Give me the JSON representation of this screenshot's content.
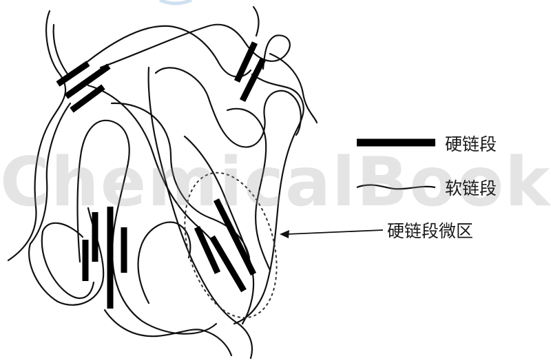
{
  "watermark": "ChemicalBook",
  "legend": {
    "hard_segment": "硬链段",
    "soft_segment": "软链段",
    "hard_domain": "硬链段微区"
  },
  "colors": {
    "ink": "#000000",
    "watermark": "#969696"
  }
}
